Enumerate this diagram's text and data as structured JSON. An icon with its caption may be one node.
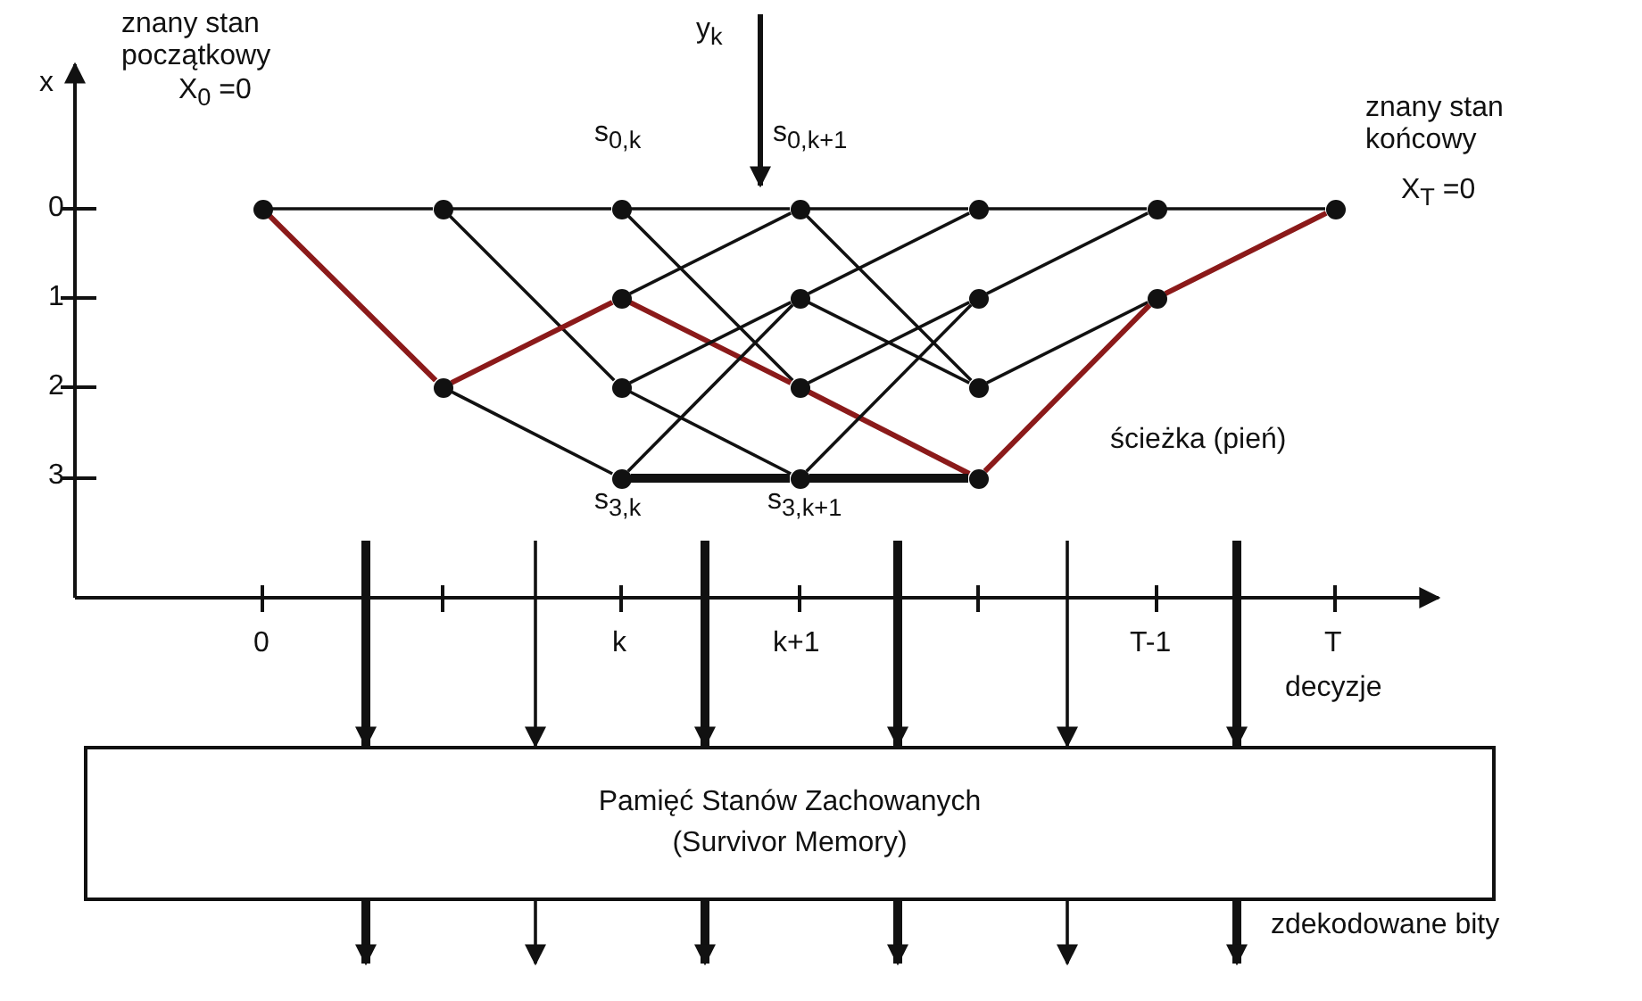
{
  "diagram": {
    "nodes": [
      {
        "text": [],
        "shape": "circle",
        "beside": [
          "znany stan początkowy",
          "X$_{0}$ =0"
        ]
      },
      {
        "text": [],
        "shape": "circle"
      },
      {
        "text": [],
        "shape": "circle"
      },
      {
        "text": [],
        "shape": "circle",
        "beside": [
          "s$_{0,k}$"
        ]
      },
      {
        "text": [],
        "shape": "circle"
      },
      {
        "text": [],
        "shape": "circle"
      },
      {
        "text": [],
        "shape": "circle",
        "beside": [
          "s$_{3,k}$"
        ]
      },
      {
        "text": [],
        "shape": "circle",
        "beside": [
          "s$_{0,k+1}$"
        ]
      },
      {
        "text": [],
        "shape": "circle"
      },
      {
        "text": [],
        "shape": "circle"
      },
      {
        "text": [],
        "shape": "circle",
        "beside": [
          "s$_{3,k+1}$"
        ]
      },
      {
        "text": [],
        "shape": "circle"
      },
      {
        "text": [],
        "shape": "circle"
      },
      {
        "text": [],
        "shape": "circle"
      },
      {
        "text": [],
        "shape": "circle"
      },
      {
        "text": [],
        "shape": "circle"
      },
      {
        "text": [],
        "shape": "circle"
      },
      {
        "text": [],
        "shape": "circle",
        "beside": [
          "znany stan końcowy",
          "X$_{T}$ =0"
        ]
      },
      {
        "text": [
          "Pamięć Stanów Zachowanych (Survivor Memory)"
        ]
      }
    ],
    "edges": [
      {
        "from": 0,
        "to": 1,
        "arrow": "none"
      },
      {
        "from": 0,
        "to": 2,
        "arrow": "none",
        "color": "#8b1a1a"
      },
      {
        "from": 1,
        "to": 3,
        "arrow": "none"
      },
      {
        "from": 1,
        "to": 5,
        "arrow": "none"
      },
      {
        "from": 2,
        "to": 4,
        "arrow": "none",
        "color": "#8b1a1a"
      },
      {
        "from": 2,
        "to": 6,
        "arrow": "none"
      },
      {
        "from": 3,
        "to": 7,
        "arrow": "none"
      },
      {
        "from": 3,
        "to": 9,
        "arrow": "none"
      },
      {
        "from": 4,
        "to": 7,
        "arrow": "none"
      },
      {
        "from": 4,
        "to": 9,
        "arrow": "none",
        "color": "#8b1a1a"
      },
      {
        "from": 5,
        "to": 8,
        "arrow": "none"
      },
      {
        "from": 5,
        "to": 10,
        "arrow": "none"
      },
      {
        "from": 6,
        "to": 8,
        "arrow": "none"
      },
      {
        "from": 6,
        "to": 10,
        "arrow": "none",
        "style": "thick"
      },
      {
        "from": 7,
        "to": 11,
        "arrow": "none"
      },
      {
        "from": 7,
        "to": 13,
        "arrow": "none"
      },
      {
        "from": 8,
        "to": 11,
        "arrow": "none"
      },
      {
        "from": 8,
        "to": 13,
        "arrow": "none"
      },
      {
        "from": 9,
        "to": 12,
        "arrow": "none"
      },
      {
        "from": 9,
        "to": 14,
        "arrow": "none",
        "color": "#8b1a1a"
      },
      {
        "from": 10,
        "to": 12,
        "arrow": "none"
      },
      {
        "from": 10,
        "to": 14,
        "arrow": "none",
        "style": "thick"
      },
      {
        "from": 11,
        "to": 15,
        "arrow": "none"
      },
      {
        "from": 12,
        "to": 15,
        "arrow": "none"
      },
      {
        "from": 13,
        "to": 16,
        "arrow": "none"
      },
      {
        "from": 14,
        "to": 16,
        "arrow": "none",
        "color": "#8b1a1a"
      },
      {
        "from": 15,
        "to": 17,
        "arrow": "none"
      },
      {
        "from": 16,
        "to": 17,
        "arrow": "none",
        "color": "#8b1a1a"
      },
      {
        "from": null,
        "to": 18,
        "arrow": "to",
        "style": "thick"
      },
      {
        "from": null,
        "to": 18,
        "arrow": "to"
      },
      {
        "from": null,
        "to": 18,
        "arrow": "to",
        "style": "thick"
      },
      {
        "from": null,
        "to": 18,
        "arrow": "to",
        "style": "thick"
      },
      {
        "from": null,
        "to": 18,
        "arrow": "to"
      },
      {
        "from": null,
        "to": 18,
        "arrow": "to",
        "style": "thick"
      },
      {
        "from": 18,
        "to": null,
        "arrow": "to",
        "style": "thick"
      },
      {
        "from": 18,
        "to": null,
        "arrow": "to"
      },
      {
        "from": 18,
        "to": null,
        "arrow": "to",
        "style": "thick"
      },
      {
        "from": 18,
        "to": null,
        "arrow": "to",
        "style": "thick"
      },
      {
        "from": 18,
        "to": null,
        "arrow": "to"
      },
      {
        "from": 18,
        "to": null,
        "arrow": "to",
        "style": "thick"
      }
    ],
    "labels": [
      "x",
      "y$_{k}$",
      "0",
      "1",
      "2",
      "3",
      "ścieżka (pień)",
      "0",
      "k",
      "k+1",
      "T-1",
      "T",
      "decyzje",
      "zdekodowane bity"
    ]
  }
}
